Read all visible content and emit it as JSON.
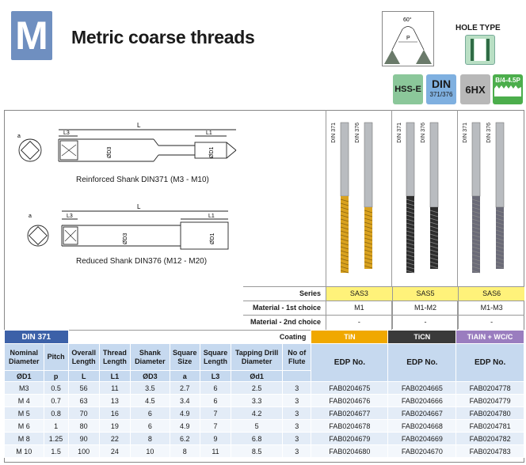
{
  "header": {
    "badge_letter": "M",
    "title": "Metric coarse threads",
    "thread_angle": "60°",
    "thread_pitch_label": "P",
    "hole_type_label": "HOLE TYPE"
  },
  "badges": {
    "material": "HSS-E",
    "standard": "DIN",
    "standard_sub": "371/376",
    "tolerance": "6HX",
    "thread_form": "B/4-4.5P"
  },
  "drawings": {
    "reinforced_caption": "Reinforced Shank DIN371 (M3 - M10)",
    "reduced_caption": "Reduced Shank DIN376 (M12 - M20)",
    "dim_L": "L",
    "dim_L1": "L1",
    "dim_L3": "L3",
    "dim_D3": "ØD3",
    "dim_D1": "ØD1",
    "dim_a": "a"
  },
  "tools": [
    {
      "left": "DIN 371",
      "right": "DIN 376"
    },
    {
      "left": "DIN 371",
      "right": "DIN 376"
    },
    {
      "left": "DIN 371",
      "right": "DIN 376"
    }
  ],
  "spec_rows": {
    "series_label": "Series",
    "material1_label": "Material - 1st choice",
    "material2_label": "Material - 2nd choice",
    "coating_label": "Coating"
  },
  "columns": [
    {
      "series": "SAS3",
      "material1": "M1",
      "material2": "-",
      "coating": "TiN",
      "coating_color": "#f0a800",
      "series_color": "#fff27a"
    },
    {
      "series": "SAS5",
      "material1": "M1-M2",
      "material2": "-",
      "coating": "TiCN",
      "coating_color": "#3a3a3a",
      "series_color": "#fff27a"
    },
    {
      "series": "SAS6",
      "material1": "M1-M3",
      "material2": "-",
      "coating": "TiAIN + WC/C",
      "coating_color": "#9a7dbf",
      "series_color": "#fff27a"
    }
  ],
  "table": {
    "section_title": "DIN 371",
    "headers": [
      "Nominal Diameter",
      "Pitch",
      "Overall Length",
      "Thread Length",
      "Shank Diameter",
      "Square Size",
      "Square Length",
      "Tapping Drill Diameter",
      "No of Flute"
    ],
    "symbols": [
      "ØD1",
      "p",
      "L",
      "L1",
      "ØD3",
      "a",
      "L3",
      "Ød1",
      ""
    ],
    "edp_label": "EDP No.",
    "rows": [
      {
        "d": "M3",
        "p": "0.5",
        "L": "56",
        "L1": "11",
        "D3": "3.5",
        "a": "2.7",
        "L3": "6",
        "d1": "2.5",
        "z": "3",
        "edp": [
          "FAB0204675",
          "FAB0204665",
          "FAB0204778"
        ]
      },
      {
        "d": "M 4",
        "p": "0.7",
        "L": "63",
        "L1": "13",
        "D3": "4.5",
        "a": "3.4",
        "L3": "6",
        "d1": "3.3",
        "z": "3",
        "edp": [
          "FAB0204676",
          "FAB0204666",
          "FAB0204779"
        ]
      },
      {
        "d": "M 5",
        "p": "0.8",
        "L": "70",
        "L1": "16",
        "D3": "6",
        "a": "4.9",
        "L3": "7",
        "d1": "4.2",
        "z": "3",
        "edp": [
          "FAB0204677",
          "FAB0204667",
          "FAB0204780"
        ]
      },
      {
        "d": "M 6",
        "p": "1",
        "L": "80",
        "L1": "19",
        "D3": "6",
        "a": "4.9",
        "L3": "7",
        "d1": "5",
        "z": "3",
        "edp": [
          "FAB0204678",
          "FAB0204668",
          "FAB0204781"
        ]
      },
      {
        "d": "M 8",
        "p": "1.25",
        "L": "90",
        "L1": "22",
        "D3": "8",
        "a": "6.2",
        "L3": "9",
        "d1": "6.8",
        "z": "3",
        "edp": [
          "FAB0204679",
          "FAB0204669",
          "FAB0204782"
        ]
      },
      {
        "d": "M 10",
        "p": "1.5",
        "L": "100",
        "L1": "24",
        "D3": "10",
        "a": "8",
        "L3": "11",
        "d1": "8.5",
        "z": "3",
        "edp": [
          "FAB0204680",
          "FAB0204670",
          "FAB0204783"
        ]
      }
    ]
  }
}
